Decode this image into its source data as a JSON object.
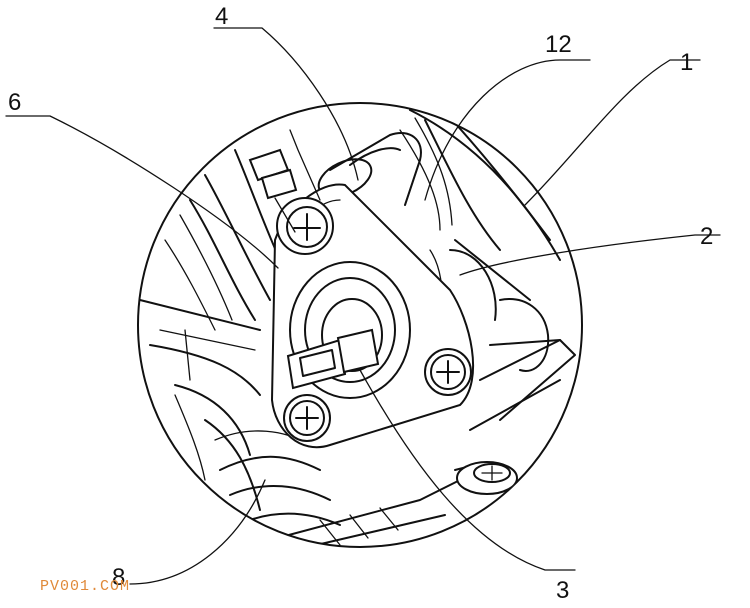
{
  "figure": {
    "callouts": [
      {
        "id": "4",
        "label": "4"
      },
      {
        "id": "12",
        "label": "12"
      },
      {
        "id": "1",
        "label": "1"
      },
      {
        "id": "6",
        "label": "6"
      },
      {
        "id": "2",
        "label": "2"
      },
      {
        "id": "8",
        "label": "8"
      },
      {
        "id": "3",
        "label": "3"
      }
    ],
    "watermark": "PV001.COM"
  }
}
